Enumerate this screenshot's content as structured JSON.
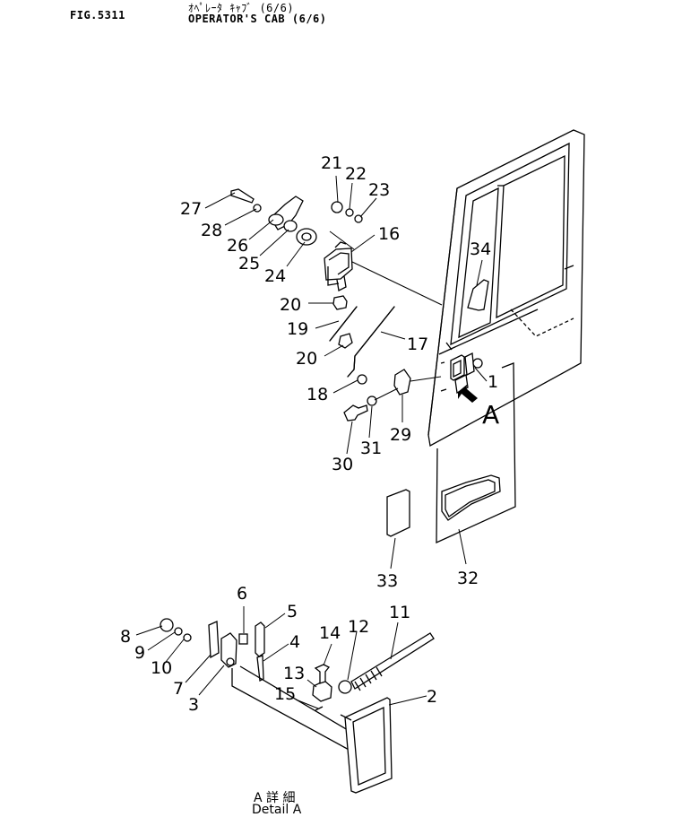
{
  "header": {
    "fig_number": "FIG.5311",
    "title_jp": "ｵﾍﾟﾚｰﾀ ｷｬﾌﾞ (6/6)",
    "title_en": "OPERATOR'S CAB (6/6)"
  },
  "detail_view": {
    "marker": "A",
    "caption_jp": "A 詳 細",
    "caption_en": "Detail A"
  },
  "callouts": [
    "1",
    "2",
    "3",
    "4",
    "5",
    "6",
    "7",
    "8",
    "9",
    "10",
    "11",
    "12",
    "13",
    "14",
    "15",
    "16",
    "17",
    "18",
    "19",
    "20",
    "20",
    "21",
    "22",
    "23",
    "24",
    "25",
    "26",
    "27",
    "28",
    "29",
    "30",
    "31",
    "32",
    "33",
    "34"
  ]
}
